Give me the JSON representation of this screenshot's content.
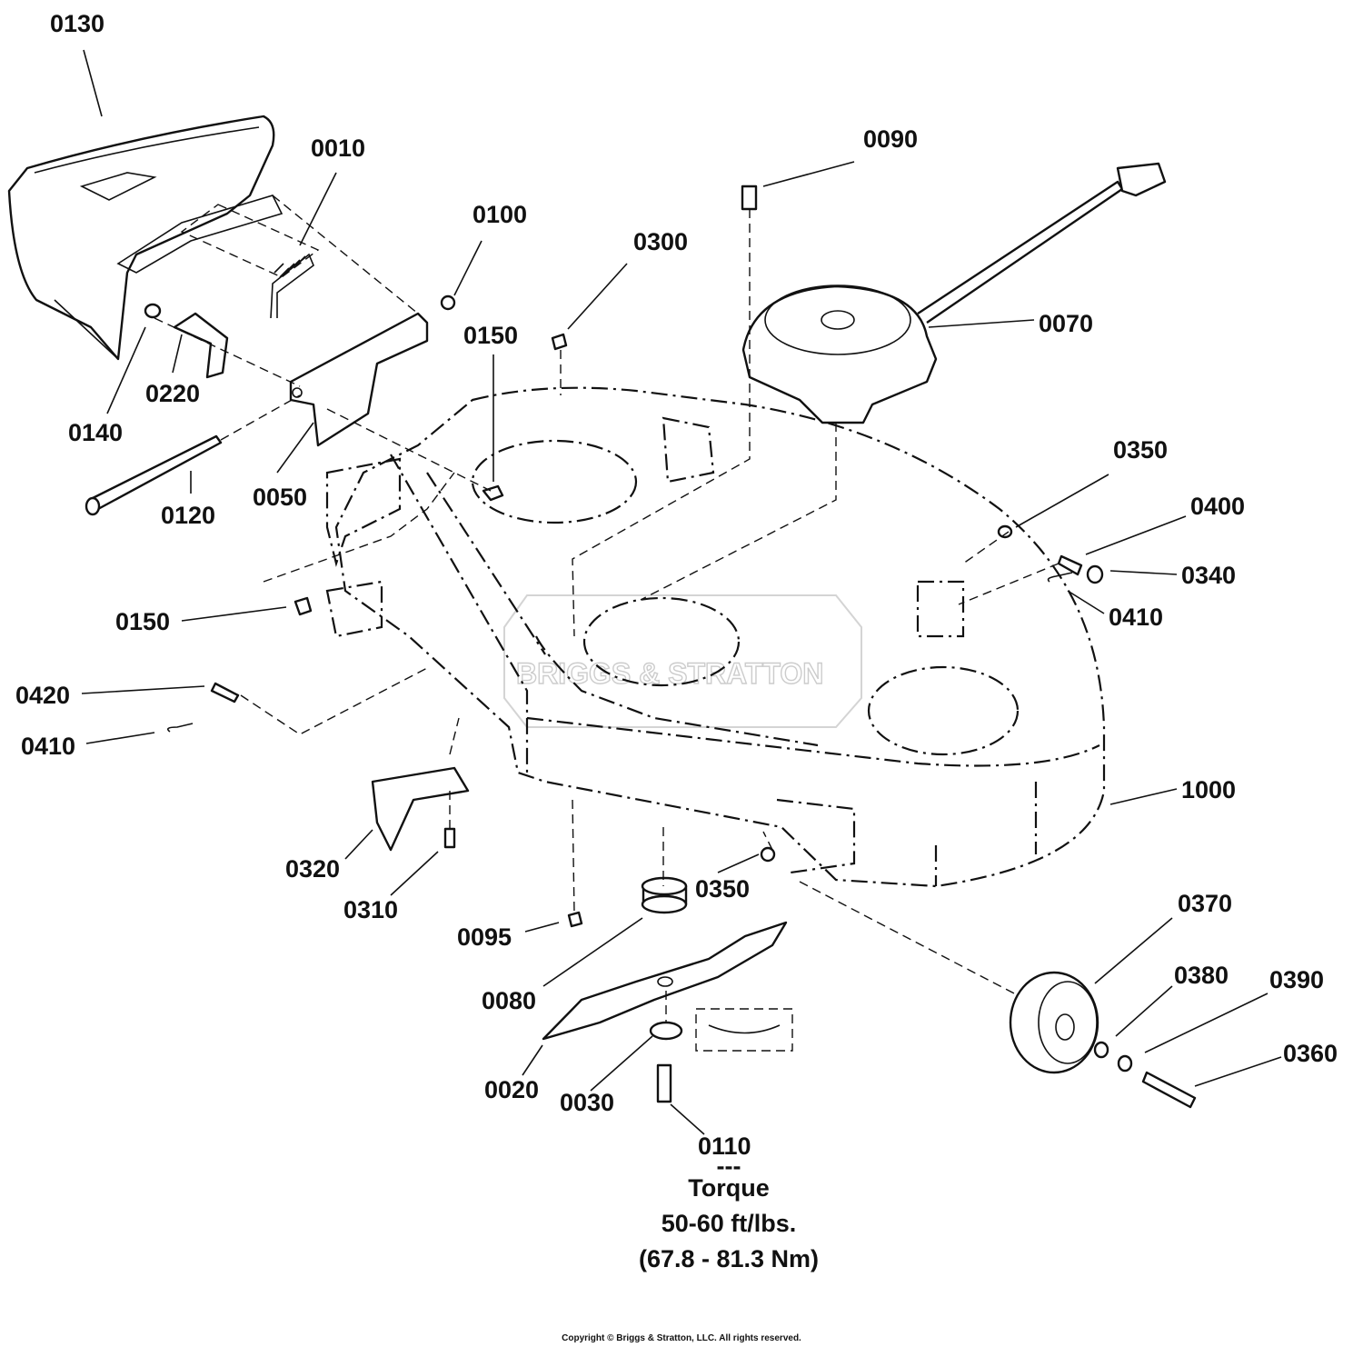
{
  "callouts": [
    {
      "id": "0130"
    },
    {
      "id": "0010"
    },
    {
      "id": "0100"
    },
    {
      "id": "0300"
    },
    {
      "id": "0090"
    },
    {
      "id": "0070"
    },
    {
      "id": "0150"
    },
    {
      "id": "0220"
    },
    {
      "id": "0140"
    },
    {
      "id": "0050"
    },
    {
      "id": "0120"
    },
    {
      "id": "0350"
    },
    {
      "id": "0400"
    },
    {
      "id": "0340"
    },
    {
      "id": "0410"
    },
    {
      "id": "0150"
    },
    {
      "id": "0420"
    },
    {
      "id": "0410"
    },
    {
      "id": "1000"
    },
    {
      "id": "0320"
    },
    {
      "id": "0310"
    },
    {
      "id": "0350"
    },
    {
      "id": "0095"
    },
    {
      "id": "0370"
    },
    {
      "id": "0080"
    },
    {
      "id": "0380"
    },
    {
      "id": "0390"
    },
    {
      "id": "0360"
    },
    {
      "id": "0020"
    },
    {
      "id": "0030"
    },
    {
      "id": "0110"
    }
  ],
  "torque_note": {
    "separator": "---",
    "title": "Torque",
    "value": "50-60 ft/lbs.",
    "metric": "(67.8 - 81.3 Nm)"
  },
  "watermark": "BRIGGS & STRATTON",
  "copyright": "Copyright © Briggs & Stratton, LLC. All rights reserved."
}
